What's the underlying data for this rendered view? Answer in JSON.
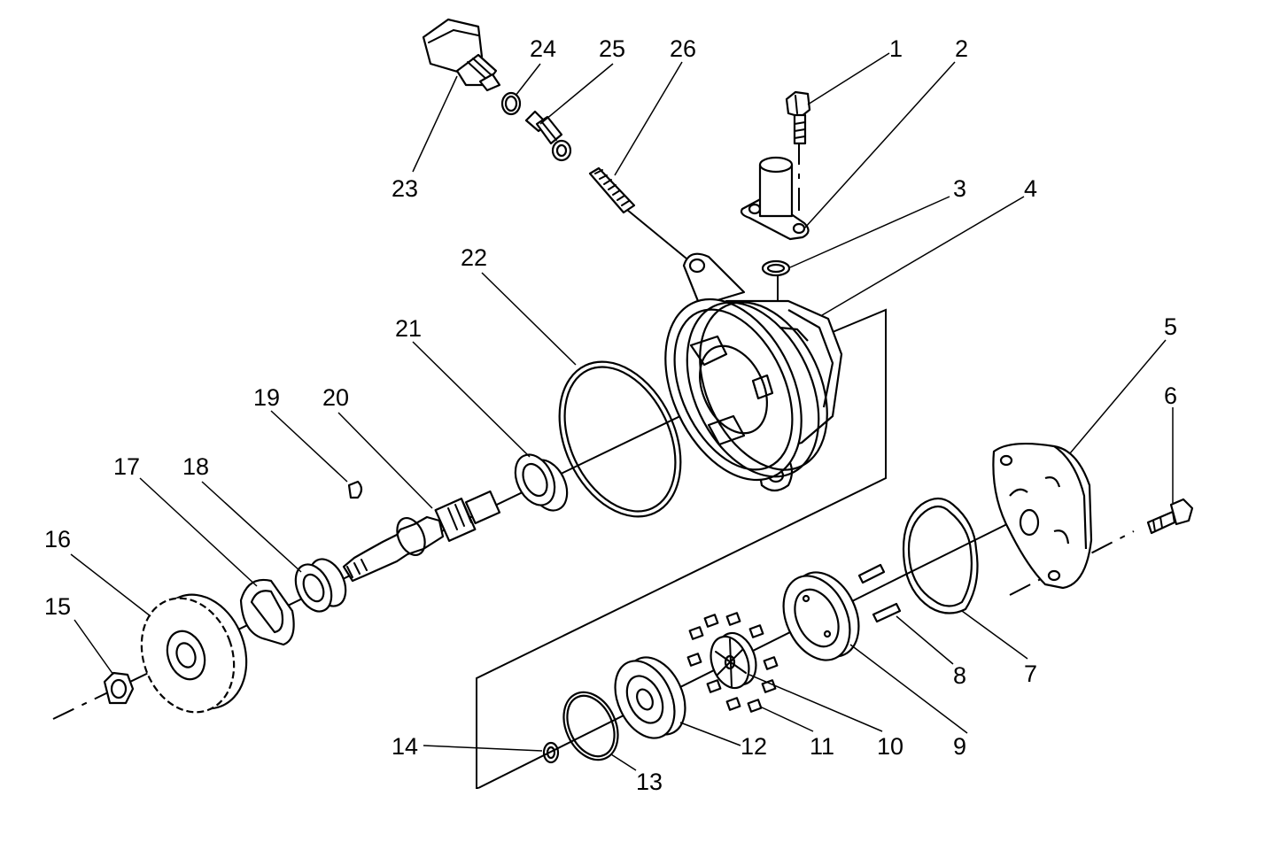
{
  "callouts": [
    {
      "id": "c1",
      "text": "1"
    },
    {
      "id": "c2",
      "text": "2"
    },
    {
      "id": "c3",
      "text": "3"
    },
    {
      "id": "c4",
      "text": "4"
    },
    {
      "id": "c5",
      "text": "5"
    },
    {
      "id": "c6",
      "text": "6"
    },
    {
      "id": "c7",
      "text": "7"
    },
    {
      "id": "c8",
      "text": "8"
    },
    {
      "id": "c9",
      "text": "9"
    },
    {
      "id": "c10",
      "text": "10"
    },
    {
      "id": "c11",
      "text": "11"
    },
    {
      "id": "c12",
      "text": "12"
    },
    {
      "id": "c13",
      "text": "13"
    },
    {
      "id": "c14",
      "text": "14"
    },
    {
      "id": "c15",
      "text": "15"
    },
    {
      "id": "c16",
      "text": "16"
    },
    {
      "id": "c17",
      "text": "17"
    },
    {
      "id": "c18",
      "text": "18"
    },
    {
      "id": "c19",
      "text": "19"
    },
    {
      "id": "c20",
      "text": "20"
    },
    {
      "id": "c21",
      "text": "21"
    },
    {
      "id": "c22",
      "text": "22"
    },
    {
      "id": "c23",
      "text": "23"
    },
    {
      "id": "c24",
      "text": "24"
    },
    {
      "id": "c25",
      "text": "25"
    },
    {
      "id": "c26",
      "text": "26"
    }
  ]
}
